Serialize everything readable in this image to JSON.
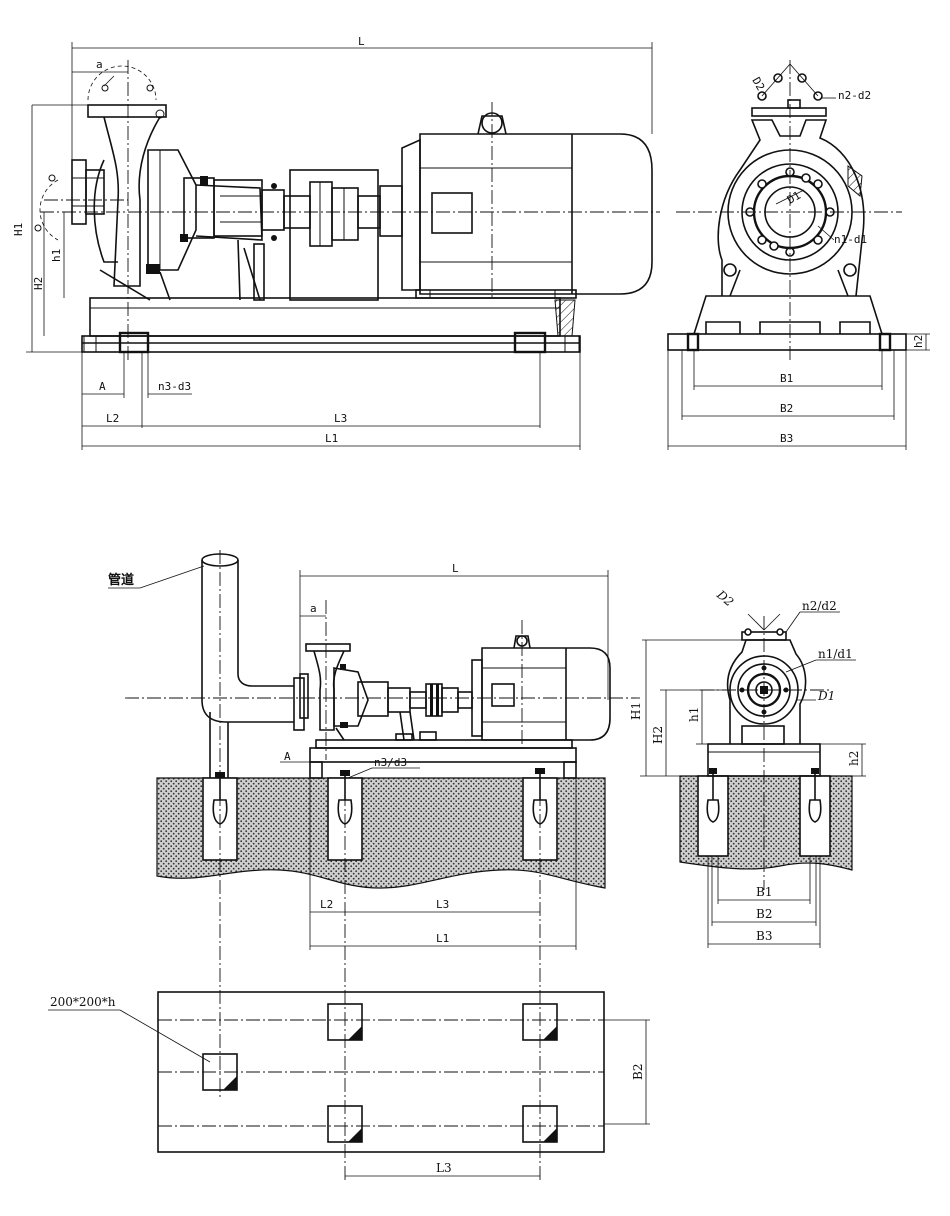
{
  "labels": {
    "top_side": {
      "L": "L",
      "a": "a",
      "H1": "H1",
      "H2": "H2",
      "h1": "h1",
      "A": "A",
      "n3d3": "n3-d3",
      "L1": "L1",
      "L2": "L2",
      "L3": "L3"
    },
    "top_end": {
      "D2": "D2",
      "n2d2": "n2-d2",
      "D1": "D1",
      "n1d1": "n1-d1",
      "h2": "h2",
      "B1": "B1",
      "B2": "B2",
      "B3": "B3"
    },
    "bottom_side": {
      "pipe": "管道",
      "L": "L",
      "a": "a",
      "A": "A",
      "n3d3": "n3/d3",
      "L1": "L1",
      "L2": "L2",
      "L3": "L3"
    },
    "bottom_end": {
      "D2": "D2",
      "n2d2": "n2/d2",
      "n1d1": "n1/d1",
      "D1": "D1",
      "H1": "H1",
      "H2": "H2",
      "h1": "h1",
      "h2": "h2",
      "B1": "B1",
      "B2": "B2",
      "B3": "B3"
    },
    "plan": {
      "hole": "200*200*h",
      "B2": "B2",
      "L3": "L3"
    }
  }
}
